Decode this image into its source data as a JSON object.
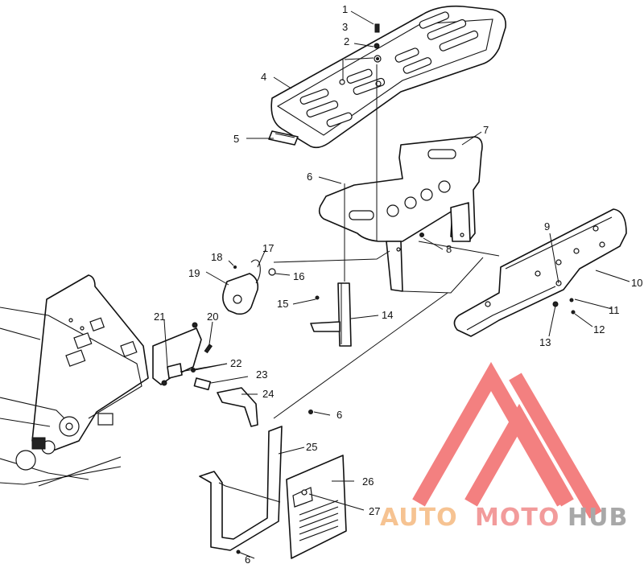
{
  "callouts": [
    "1",
    "2",
    "3",
    "4",
    "5",
    "6",
    "7",
    "8",
    "9",
    "10",
    "11",
    "12",
    "13",
    "14",
    "15",
    "16",
    "17",
    "18",
    "19",
    "20",
    "21",
    "22",
    "23",
    "24",
    "25",
    "26",
    "27"
  ],
  "logo": {
    "text_a": "AUTO",
    "text_b": "MOTO",
    "text_c": "HUB",
    "color_a": "#f5b97f",
    "color_b": "#f08a8a",
    "color_c": "#9a9a9a",
    "triangle_color": "#f26b6b"
  }
}
